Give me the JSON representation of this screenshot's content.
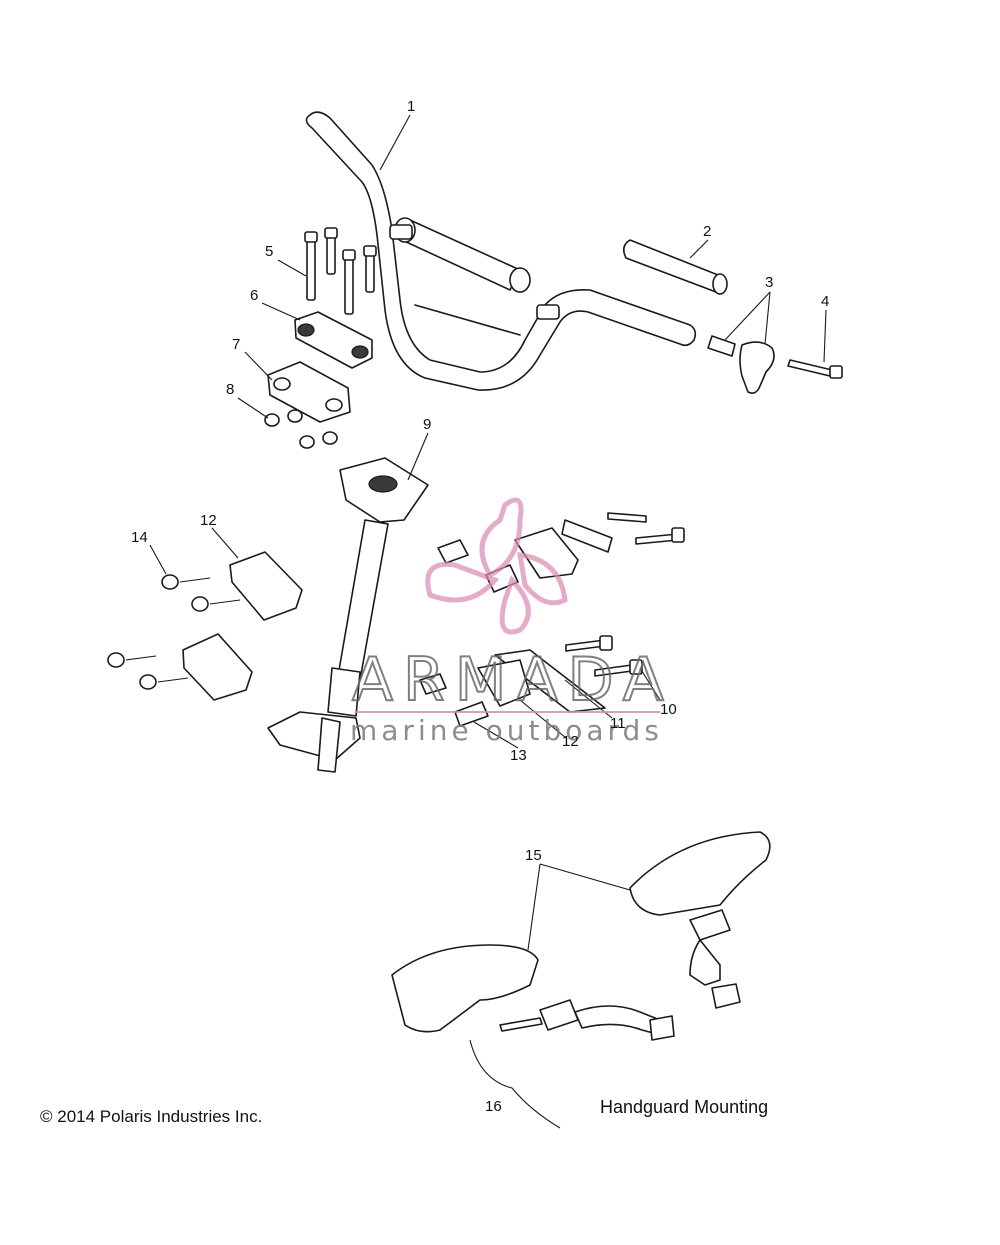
{
  "callouts": {
    "c1": "1",
    "c2": "2",
    "c3": "3",
    "c4": "4",
    "c5": "5",
    "c6": "6",
    "c7": "7",
    "c8": "8",
    "c9": "9",
    "c10": "10",
    "c11": "11",
    "c12a": "12",
    "c12b": "12",
    "c13": "13",
    "c14": "14",
    "c15": "15",
    "c16": "16"
  },
  "caption": "Handguard Mounting",
  "copyright": "© 2014 Polaris Industries Inc.",
  "watermark": {
    "brand": "ARMADA",
    "tagline": "marine outboards",
    "logo_color": "#d98cb3"
  }
}
